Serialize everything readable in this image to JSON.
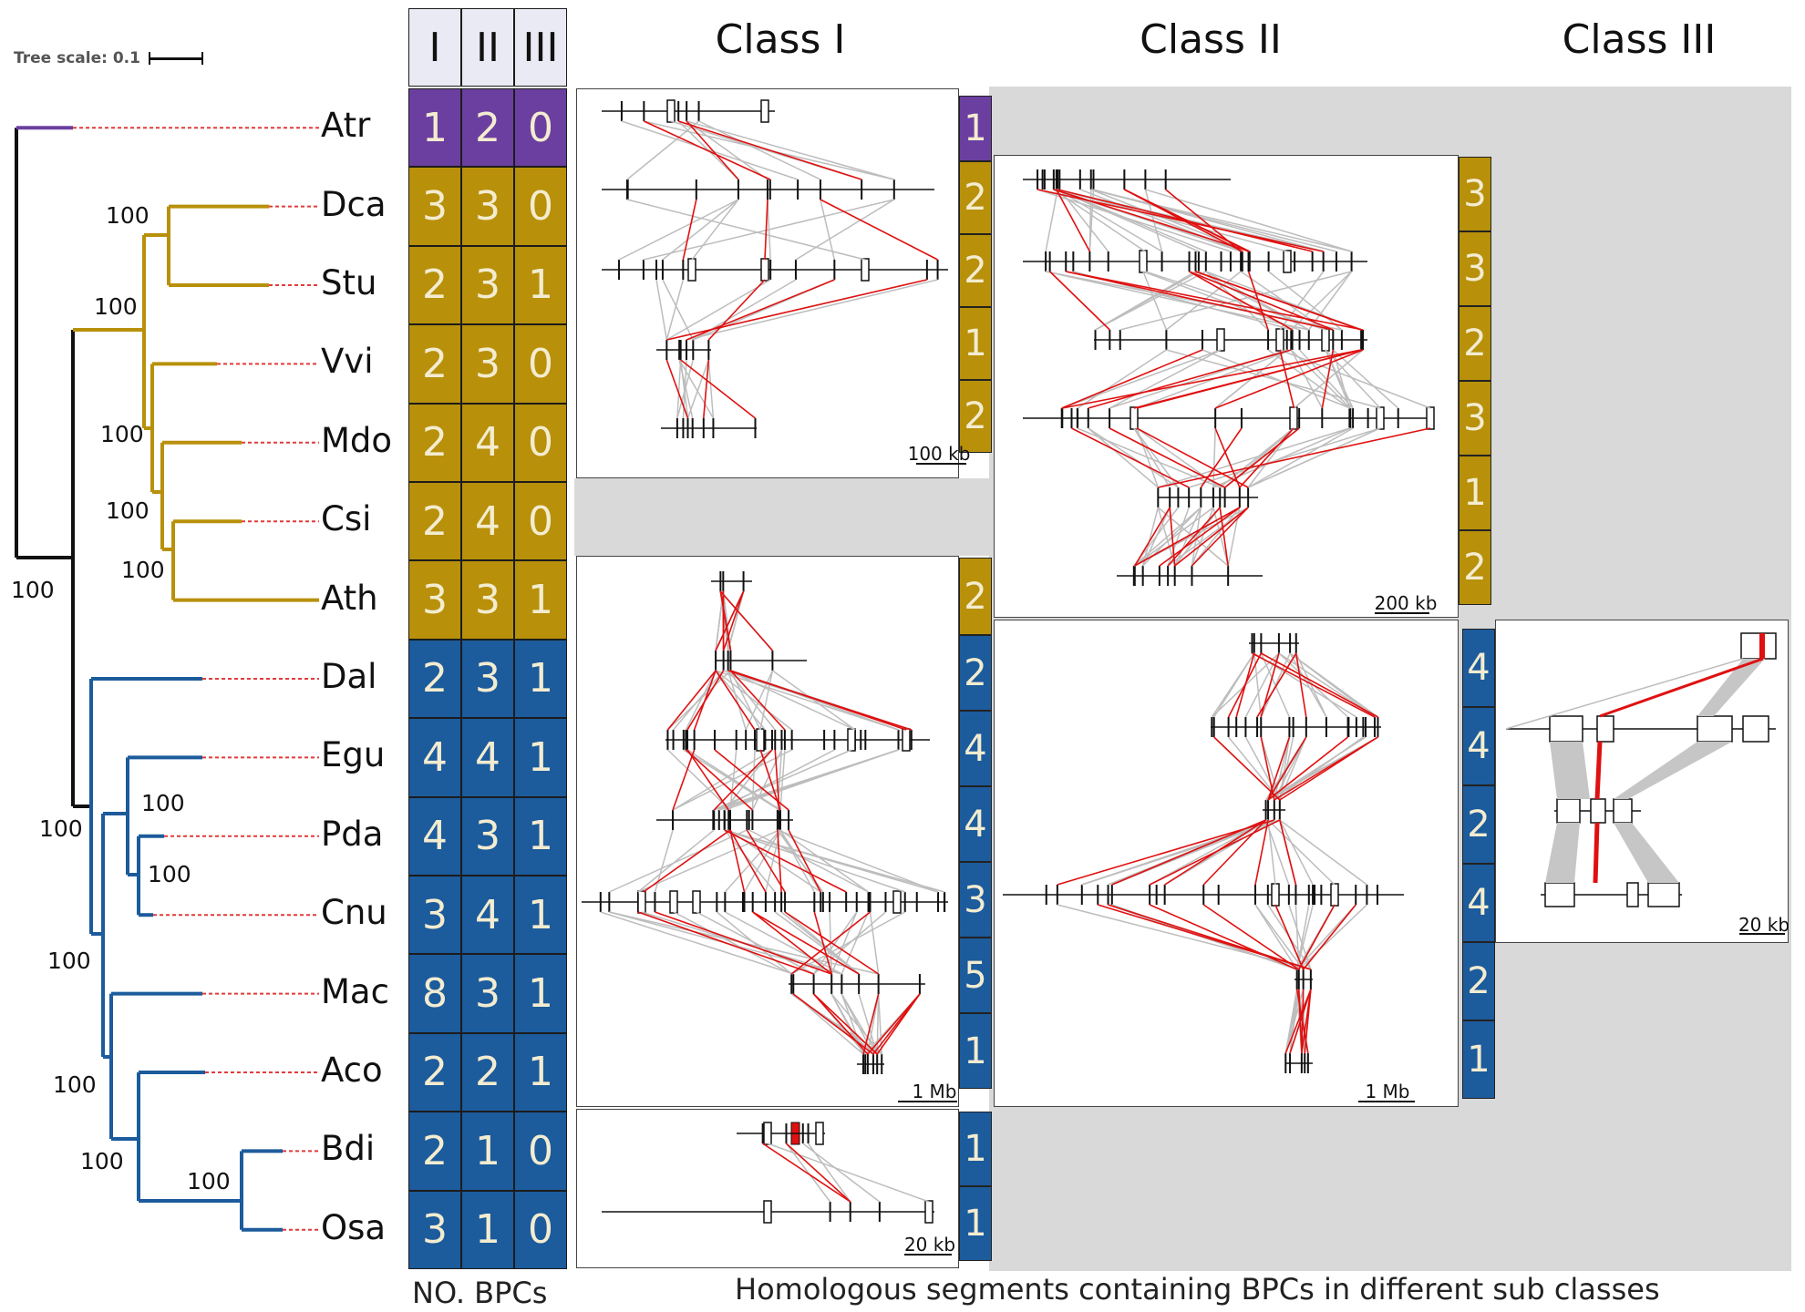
{
  "tree_scale_label": "Tree scale: 0.1",
  "header_columns": [
    "I",
    "II",
    "III"
  ],
  "class_titles": [
    "Class I",
    "Class II",
    "Class III"
  ],
  "clade_colors": {
    "basal": "#6b3fa0",
    "eudicot": "#b8900a",
    "monocot": "#1c5b9c",
    "root": "#111111"
  },
  "species": [
    {
      "name": "Atr",
      "clade": "basal",
      "bpc": [
        1,
        2,
        0
      ]
    },
    {
      "name": "Dca",
      "clade": "eudicot",
      "bpc": [
        3,
        3,
        0
      ]
    },
    {
      "name": "Stu",
      "clade": "eudicot",
      "bpc": [
        2,
        3,
        1
      ]
    },
    {
      "name": "Vvi",
      "clade": "eudicot",
      "bpc": [
        2,
        3,
        0
      ]
    },
    {
      "name": "Mdo",
      "clade": "eudicot",
      "bpc": [
        2,
        4,
        0
      ]
    },
    {
      "name": "Csi",
      "clade": "eudicot",
      "bpc": [
        2,
        4,
        0
      ]
    },
    {
      "name": "Ath",
      "clade": "eudicot",
      "bpc": [
        3,
        3,
        1
      ]
    },
    {
      "name": "Dal",
      "clade": "monocot",
      "bpc": [
        2,
        3,
        1
      ]
    },
    {
      "name": "Egu",
      "clade": "monocot",
      "bpc": [
        4,
        4,
        1
      ]
    },
    {
      "name": "Pda",
      "clade": "monocot",
      "bpc": [
        4,
        3,
        1
      ]
    },
    {
      "name": "Cnu",
      "clade": "monocot",
      "bpc": [
        3,
        4,
        1
      ]
    },
    {
      "name": "Mac",
      "clade": "monocot",
      "bpc": [
        8,
        3,
        1
      ]
    },
    {
      "name": "Aco",
      "clade": "monocot",
      "bpc": [
        2,
        2,
        1
      ]
    },
    {
      "name": "Bdi",
      "clade": "monocot",
      "bpc": [
        2,
        1,
        0
      ]
    },
    {
      "name": "Osa",
      "clade": "monocot",
      "bpc": [
        3,
        1,
        0
      ]
    }
  ],
  "bootstrap_values": [
    "100",
    "100",
    "100",
    "100",
    "100",
    "100",
    "100",
    "100",
    "100",
    "100",
    "100",
    "100",
    "100"
  ],
  "panel_counts": {
    "class1_basal": [
      "1"
    ],
    "class1_eudicot": [
      "2",
      "2",
      "1",
      "2"
    ],
    "class1_eudicot2": [
      "2"
    ],
    "class1_monocot": [
      "2",
      "4",
      "4",
      "3",
      "5",
      "1"
    ],
    "class1_grass": [
      "1",
      "1"
    ],
    "class2_eudicot": [
      "3",
      "3",
      "2",
      "3",
      "1",
      "2"
    ],
    "class2_monocot": [
      "4",
      "4",
      "2",
      "4",
      "2",
      "1"
    ]
  },
  "scale_bars": [
    "100 kb",
    "200 kb",
    "1 Mb",
    "1 Mb",
    "20 kb",
    "20 kb"
  ],
  "footer_left": "NO. BPCs",
  "footer_right": "Homologous segments containing BPCs in different sub classes"
}
